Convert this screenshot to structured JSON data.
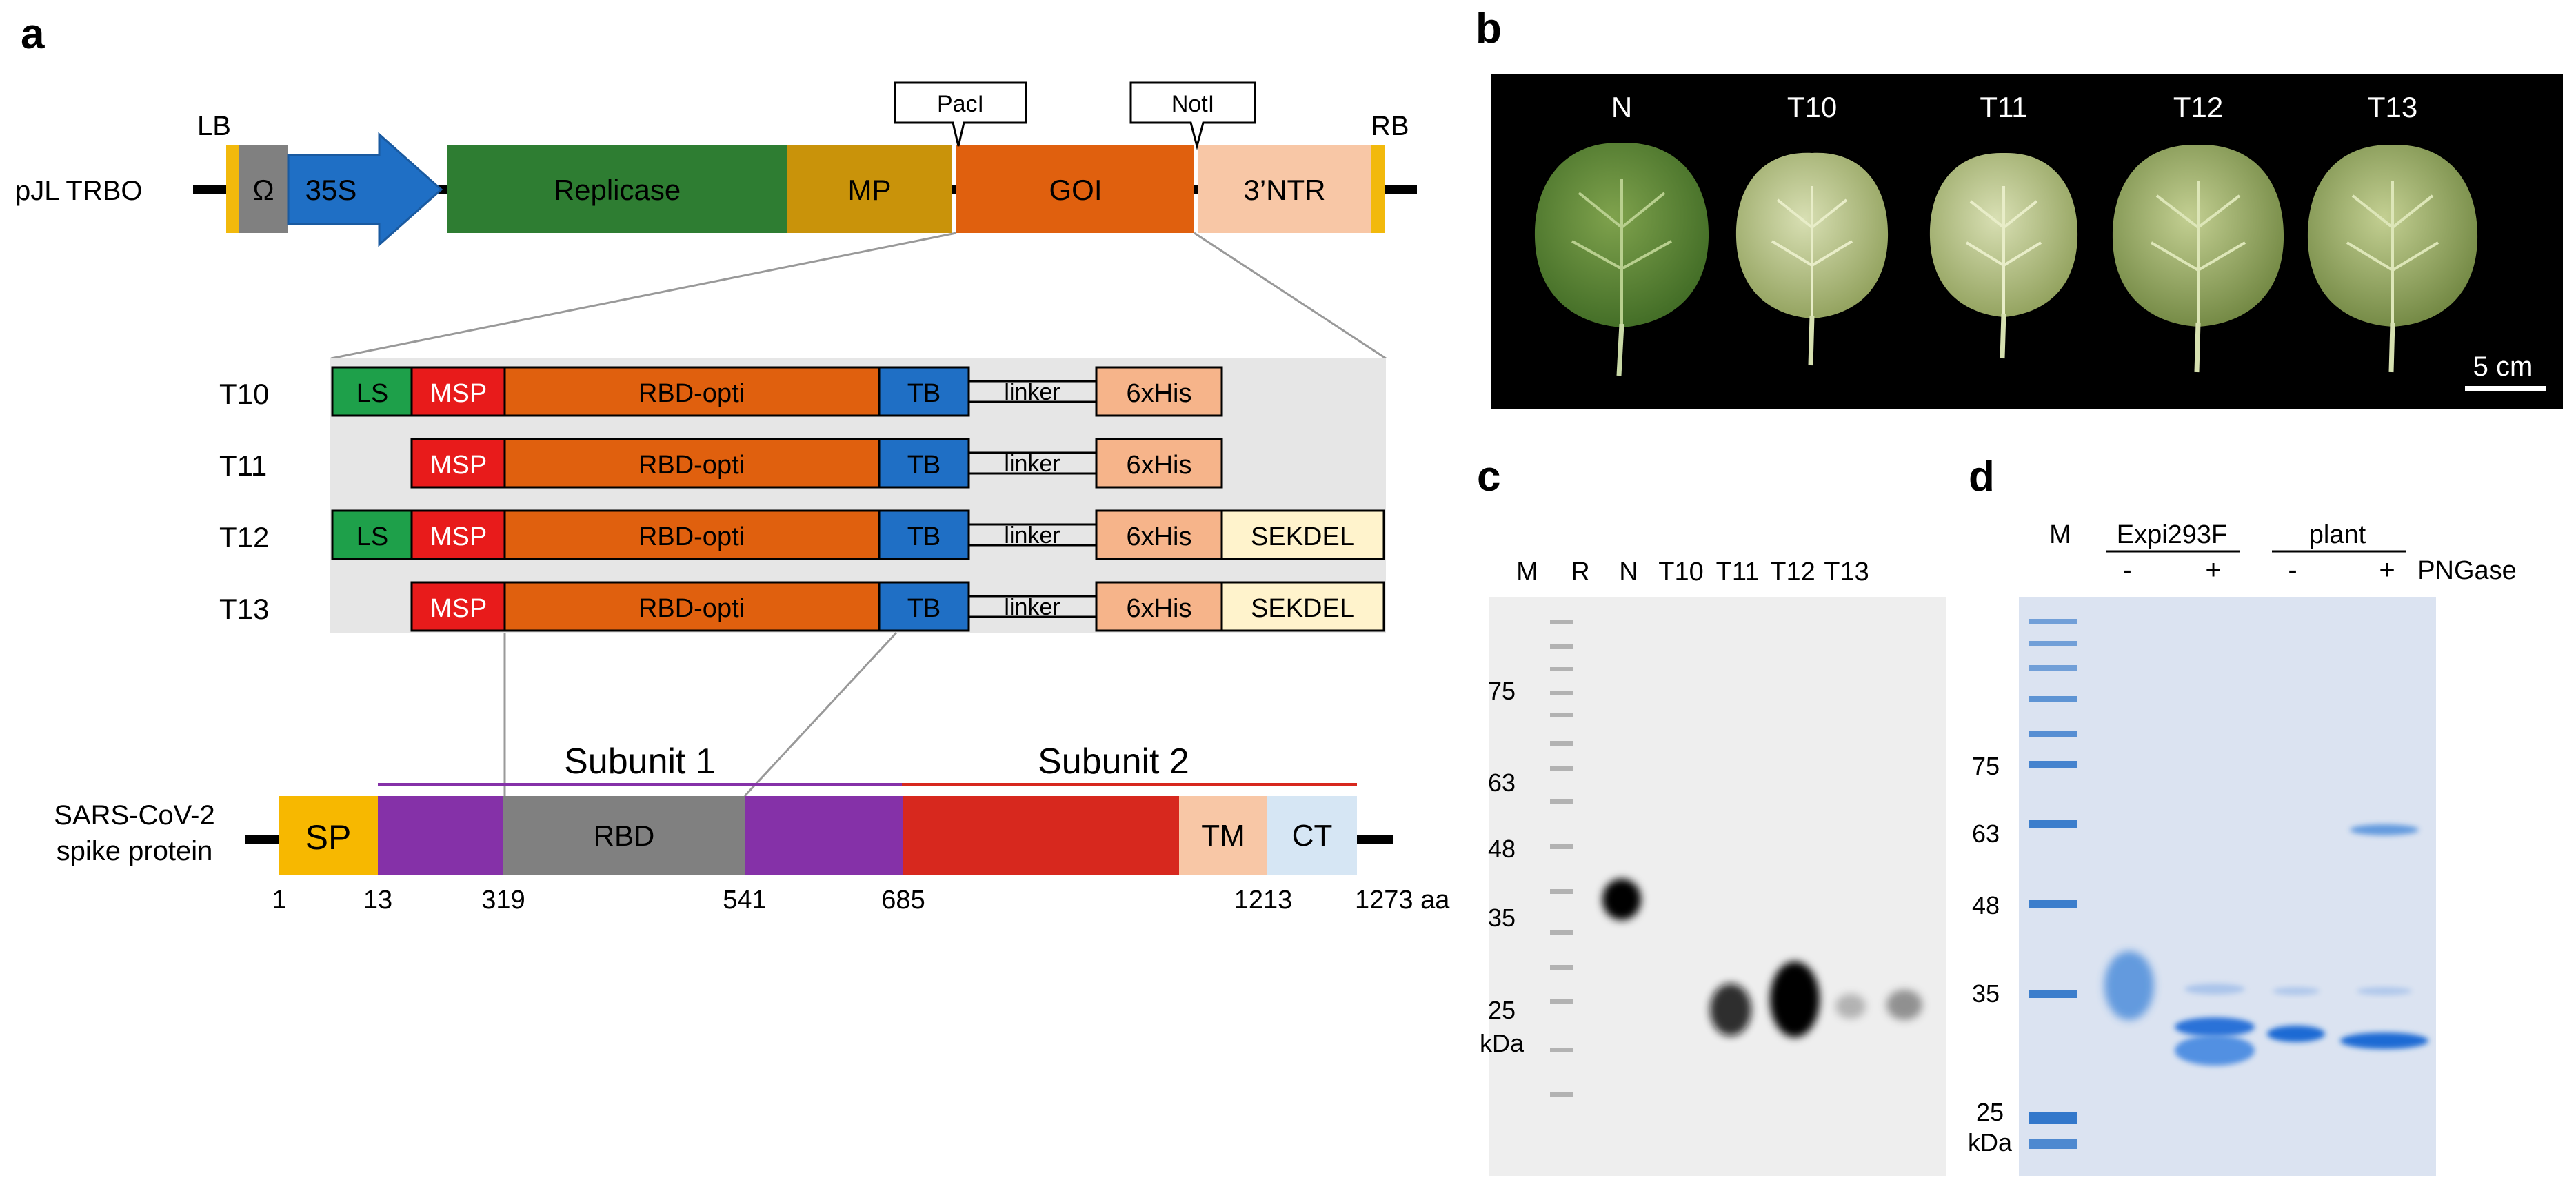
{
  "panel_labels": {
    "a": "a",
    "b": "b",
    "c": "c",
    "d": "d"
  },
  "panel_a": {
    "vector_name": "pJL TRBO",
    "lb": "LB",
    "rb": "RB",
    "omega": "Ω",
    "promoter": "35S",
    "replicase": "Replicase",
    "mp": "MP",
    "goi": "GOI",
    "ntr": "3’NTR",
    "site_paci": "PacI",
    "site_noti": "NotI",
    "construct_labels": [
      "T10",
      "T11",
      "T12",
      "T13"
    ],
    "ls": "LS",
    "msp": "MSP",
    "rbd_opti": "RBD-opti",
    "tb": "TB",
    "linker": "linker",
    "his": "6xHis",
    "sekdel": "SEKDEL",
    "spike_line1": "SARS-CoV-2",
    "spike_line2": "spike protein",
    "subunit1": "Subunit 1",
    "subunit2": "Subunit 2",
    "sp": "SP",
    "rbd": "RBD",
    "tm": "TM",
    "ct": "CT",
    "positions": [
      "1",
      "13",
      "319",
      "541",
      "685",
      "1213",
      "1273 aa"
    ],
    "colors": {
      "lb_rb": "#f2b90c",
      "omega": "#808080",
      "promoter": "#1f6fc5",
      "replicase": "#2e7d32",
      "mp": "#c9930a",
      "goi": "#e0600e",
      "ntr": "#f8c7a6",
      "ls": "#1ea04a",
      "msp": "#e81b1b",
      "tb": "#1f6fc5",
      "his": "#f6b48a",
      "sekdel": "#fff3cc",
      "sp": "#f7b800",
      "subunit_purple": "#8531a8",
      "rbd_grey": "#808080",
      "s2_red": "#d7281e",
      "tm": "#f8c7a6",
      "ct": "#d6e6f4"
    }
  },
  "panel_b": {
    "leaf_labels": [
      "N",
      "T10",
      "T11",
      "T12",
      "T13"
    ],
    "scale_bar": "5 cm"
  },
  "panel_c": {
    "lanes": [
      "M",
      "R",
      "N",
      "T10",
      "T11",
      "T12",
      "T13"
    ],
    "markers": [
      "75",
      "63",
      "48",
      "35",
      "25"
    ],
    "unit": "kDa"
  },
  "panel_d": {
    "lane_m": "M",
    "group1": "Expi293F",
    "group2": "plant",
    "treatments": [
      "-",
      "+",
      "-",
      "+"
    ],
    "pngase": "PNGase",
    "markers": [
      "75",
      "63",
      "48",
      "35",
      "25"
    ],
    "unit": "kDa"
  }
}
